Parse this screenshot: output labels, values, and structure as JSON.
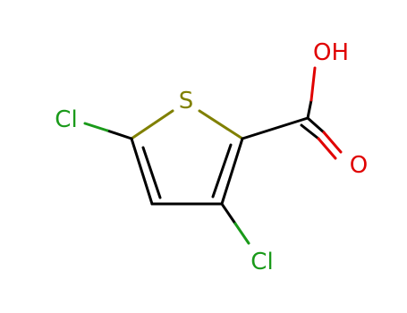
{
  "molecule": {
    "atoms": {
      "sulfur": "S",
      "chlorine_left": "Cl",
      "chlorine_bottom": "Cl",
      "hydroxyl": "OH",
      "carbonyl_oxygen": "O"
    },
    "colors": {
      "sulfur": "#808000",
      "chlorine": "#1a9a1a",
      "oxygen": "#e00000",
      "bond": "#000000"
    }
  }
}
